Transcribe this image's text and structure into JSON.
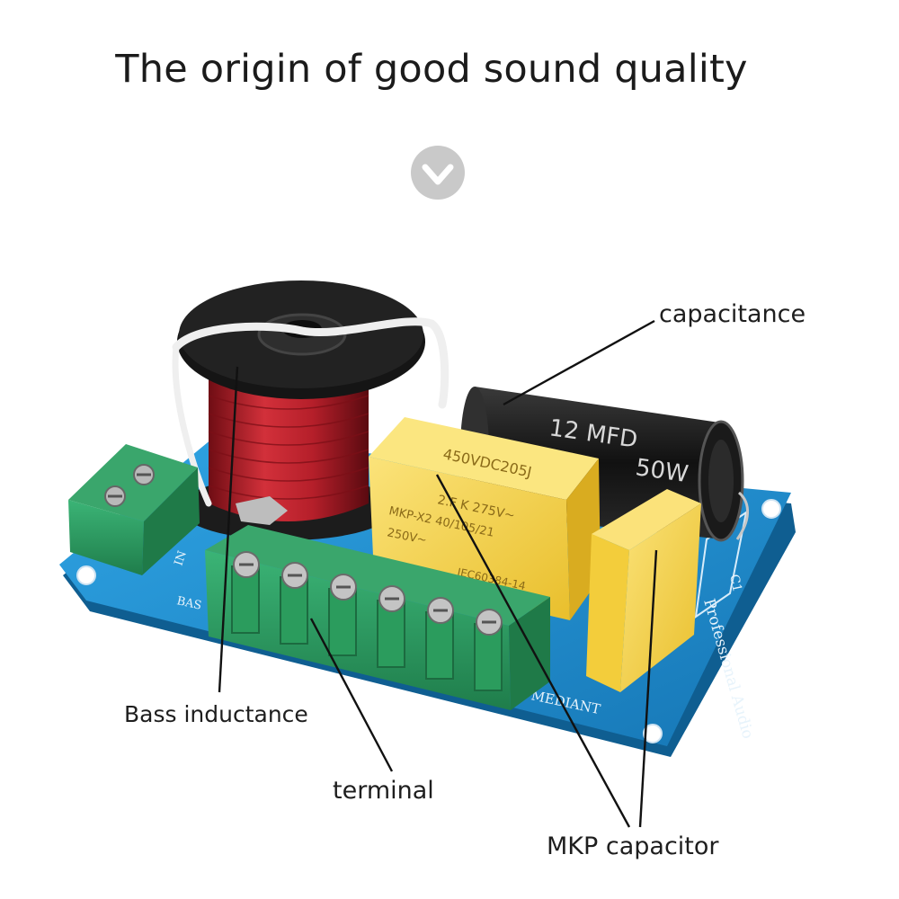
{
  "title": "The origin of good sound quality",
  "chevron": {
    "icon": "chevron-down-icon",
    "color": "#c9c9c9"
  },
  "labels": {
    "capacitance": "capacitance",
    "bass_inductance": "Bass inductance",
    "terminal": "terminal",
    "mkp_capacitor": "MKP capacitor"
  },
  "board": {
    "silkscreen": {
      "professional_audio": "Professional Audio",
      "mediant": "MEDIANT",
      "c1": "C1",
      "bas": "BAS",
      "in": "IN"
    },
    "mkp_cap_text": {
      "line1": "450VDC205J",
      "line2": "2.F K 275V~",
      "line3": "MKP-X2 40/105/21",
      "line4": "250V~",
      "line5": "IEC60384-14"
    },
    "electrolytic_text": {
      "line1": "12 MFD",
      "line2": "50W"
    }
  },
  "colors": {
    "pcb": "#1d8fd0",
    "coil": "#b01c26",
    "terminal": "#2e9b62",
    "mkp": "#f6d548",
    "electrolytic": "#1a1a1a"
  }
}
